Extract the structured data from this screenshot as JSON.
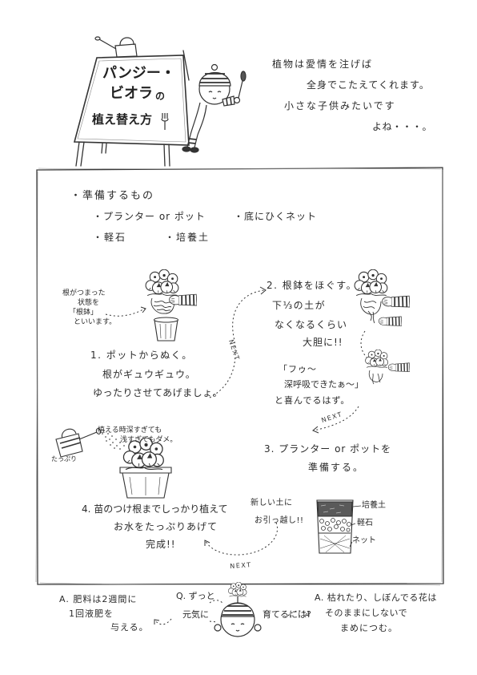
{
  "sign": {
    "line1": "パンジー・",
    "line2": "ビオラ",
    "line2_suffix": "の",
    "line3": "植え替え方"
  },
  "intro": [
    "植物は愛情を注げば",
    "全身でこたえてくれます。",
    "小さな子供みたいです",
    "よね・・・。"
  ],
  "prep": {
    "title": "・準備するもの",
    "items": [
      "・プランター or ポット",
      "・底にひくネット",
      "・軽石",
      "・培養土"
    ]
  },
  "step1": {
    "note": [
      "根がつまった",
      "状態を",
      "「根鉢」",
      "といいます。"
    ],
    "title": "1. ポットからぬく。",
    "body": [
      "根がギュウギュウ。",
      "ゆったりさせてあげましょ。"
    ]
  },
  "step2": {
    "title": "2. 根鉢をほぐす。",
    "body": [
      "下⅓の土が",
      "なくなるくらい",
      "大胆に!!"
    ],
    "quote": [
      "「フゥ〜",
      "深呼吸できたぁ〜」",
      "と喜んでるはず。"
    ]
  },
  "step3": {
    "title": [
      "3. プランター or ポットを",
      "準備する。"
    ],
    "layers": [
      "培養土",
      "軽石",
      "ネット"
    ],
    "note": [
      "新しい土に",
      "お引っ越し!!"
    ]
  },
  "step4": {
    "tip": [
      "植える時深すぎても",
      "浅すぎてもダメ。"
    ],
    "water_label": "たっぷり",
    "title": "4. 苗のつけ根までしっかり植えて",
    "body": [
      "お水をたっぷりあげて",
      "完成!!"
    ]
  },
  "next_label": "NEXT",
  "faq": {
    "question": [
      "Q. ずっと",
      "元気に",
      "育てるには?"
    ],
    "answer_fertilizer": [
      "A. 肥料は2週間に",
      "1回液肥を",
      "与える。"
    ],
    "answer_deadhead": [
      "A. 枯れたり、しぼんでる花は",
      "そのままにしないで",
      "まめにつむ。"
    ]
  },
  "colors": {
    "ink": "#2b2b2b",
    "paper": "#ffffff"
  }
}
